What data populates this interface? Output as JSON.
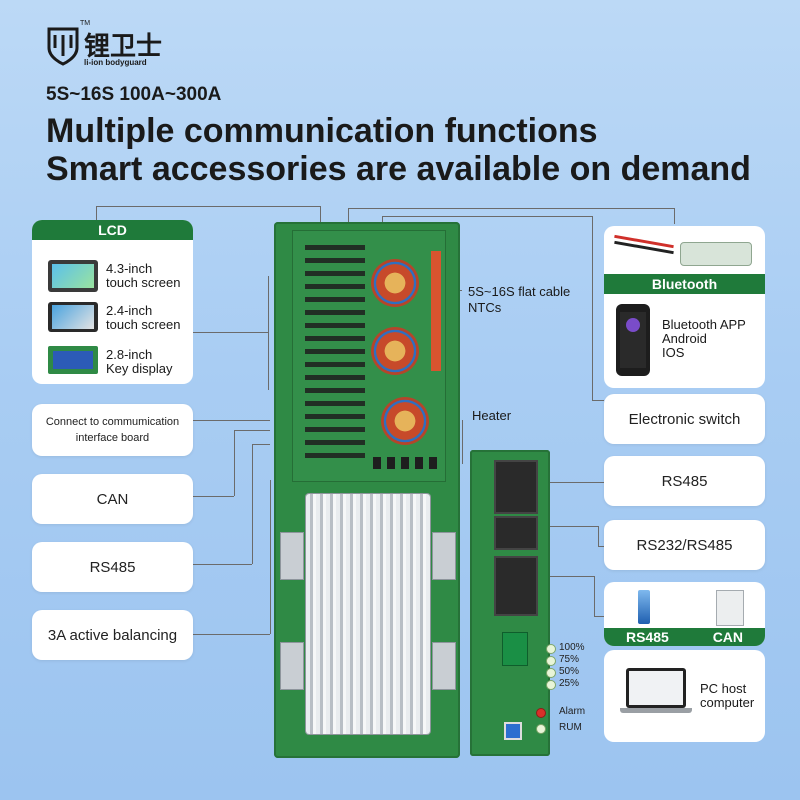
{
  "brand": {
    "name_cn": "锂卫士",
    "tagline": "li-ion bodyguard",
    "tm": "TM"
  },
  "spec": "5S~16S 100A~300A",
  "headline": [
    "Multiple communication functions",
    "Smart accessories are available on demand"
  ],
  "lcd": {
    "title": "LCD",
    "items": [
      {
        "line1": "4.3-inch",
        "line2": "touch screen"
      },
      {
        "line1": "2.4-inch",
        "line2": "touch screen"
      },
      {
        "line1": "2.8-inch",
        "line2": "Key display"
      }
    ]
  },
  "left_cards": {
    "comm_board": [
      "Connect to commumication",
      "interface board"
    ],
    "can": "CAN",
    "rs485": "RS485",
    "balancing": "3A active balancing"
  },
  "callouts": {
    "flat_cable": [
      "5S~16S flat cable",
      "NTCs"
    ],
    "heater": "Heater"
  },
  "right_cards": {
    "bluetooth": {
      "title": "Bluetooth",
      "app": [
        "Bluetooth APP",
        "Android",
        "IOS"
      ]
    },
    "switch": "Electronic switch",
    "rs485": "RS485",
    "rs232": "RS232/RS485",
    "adapters": {
      "rs485": "RS485",
      "can": "CAN"
    },
    "pc": [
      "PC host",
      "computer"
    ]
  },
  "leds": [
    "100%",
    "75%",
    "50%",
    "25%",
    "Alarm",
    "RUM"
  ],
  "colors": {
    "brand_green": "#1f7a3a",
    "pcb_green": "#2f8a45",
    "background": "#a9cdf3"
  }
}
